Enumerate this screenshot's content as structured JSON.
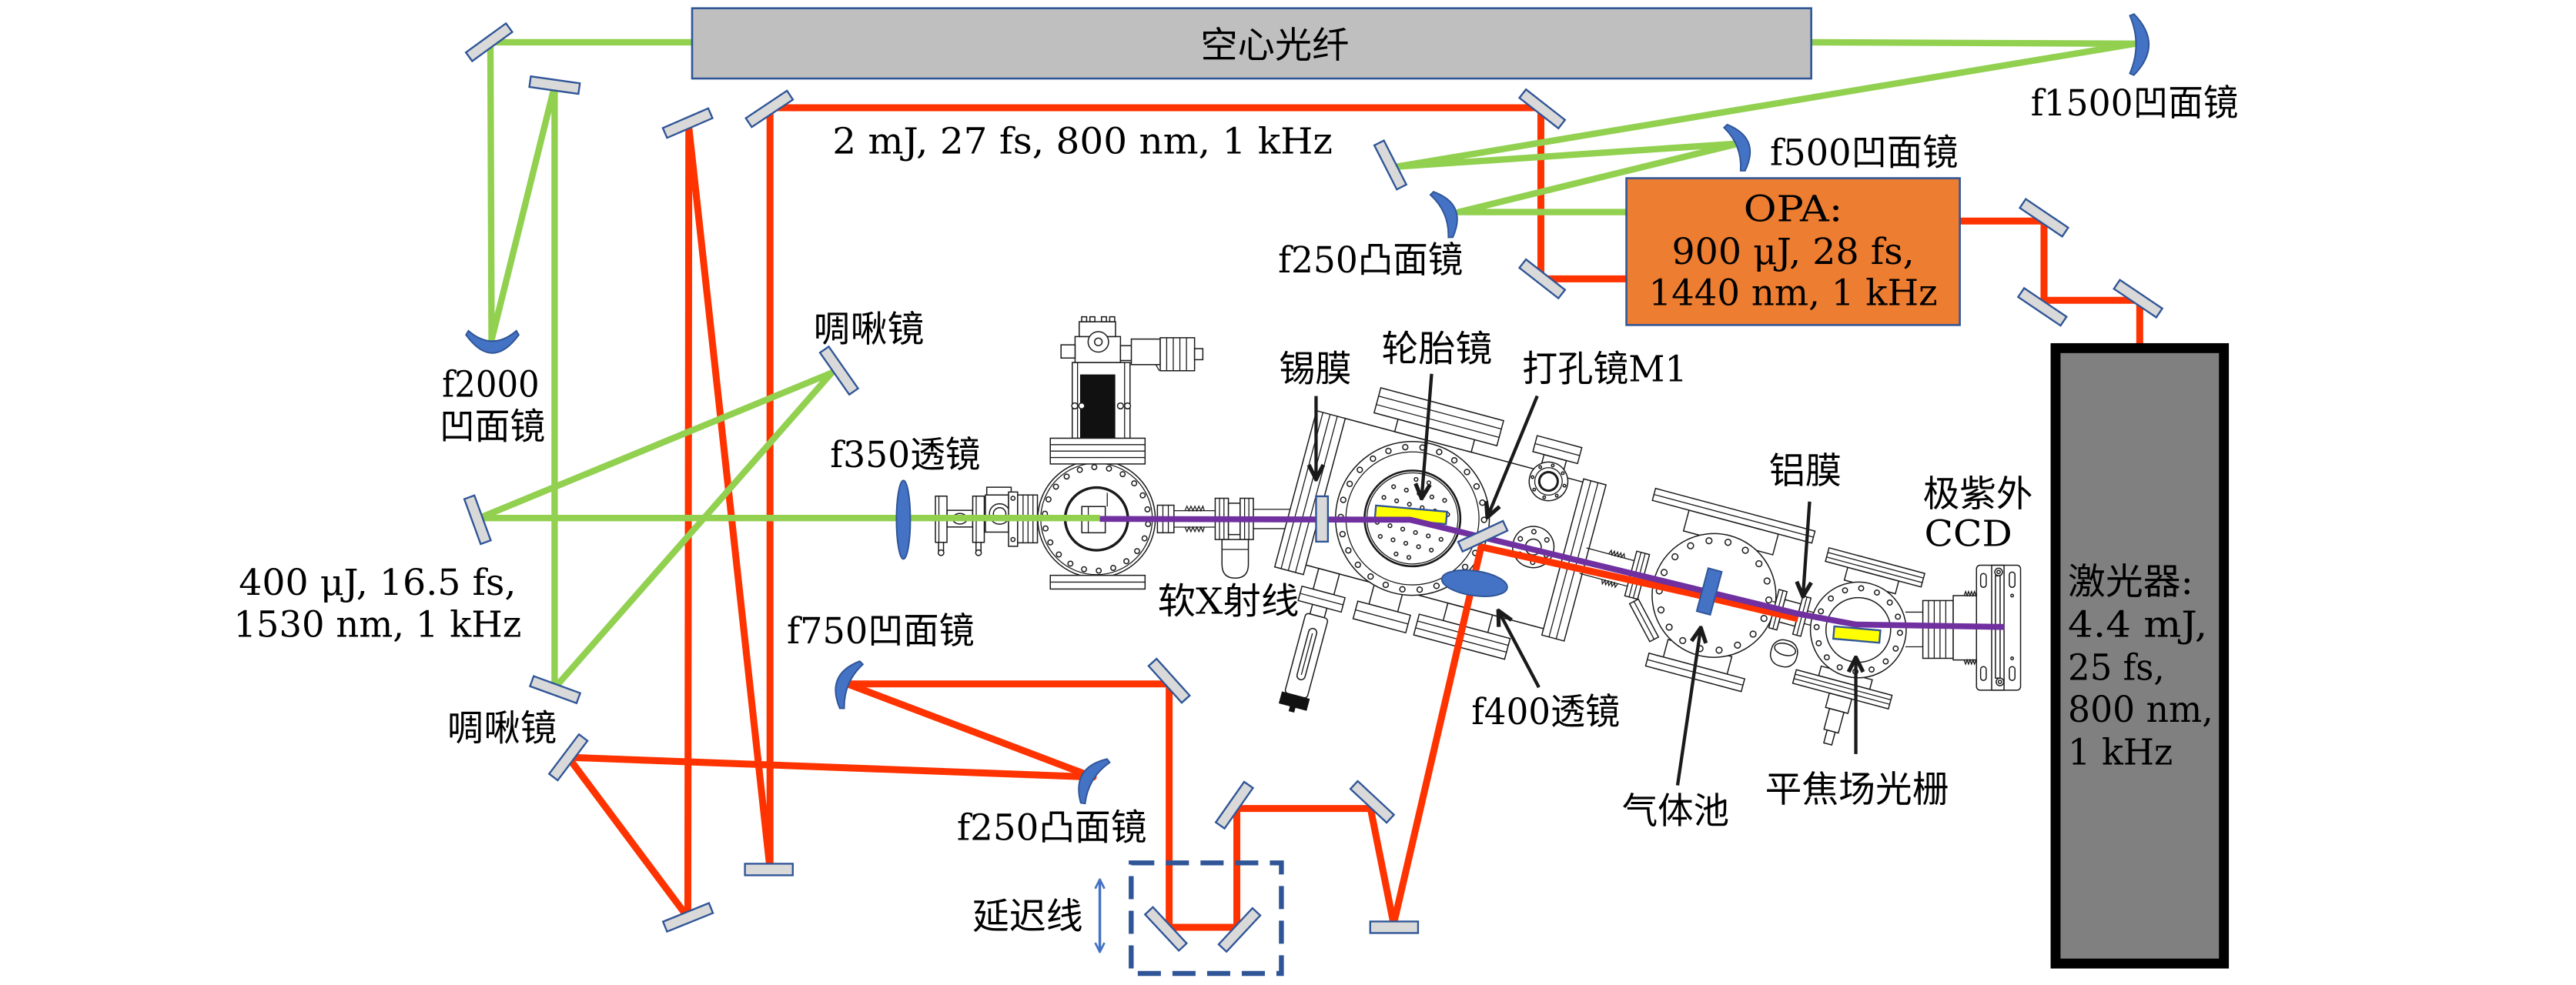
{
  "colors": {
    "beam_800nm": "#ff3300",
    "beam_infrared": "#92d050",
    "beam_soft_xray": "#7030a0",
    "flat_mirror_fill": "#d9d9d9",
    "optic_outline": "#2f5597",
    "curved_optic_fill": "#4472c4",
    "opa_fill": "#ed7d31",
    "hollow_fiber_fill": "#bfbfbf",
    "laser_fill": "#808080",
    "grating_fill": "#ffff00"
  },
  "hollow_fiber": {
    "label": "空心光纤"
  },
  "opa": {
    "title": "OPA:",
    "lines": [
      "900 μJ, 28 fs,",
      "1440 nm, 1 kHz"
    ]
  },
  "laser": {
    "title": "激光器:",
    "lines": [
      "4.4 mJ,",
      "25 fs,",
      "800 nm,",
      "1 kHz"
    ]
  },
  "beam_parameters": {
    "pump_800nm": "2 mJ, 27 fs, 800 nm, 1 kHz",
    "compressed_ir": [
      "400 μJ, 16.5 fs,",
      "1530 nm, 1 kHz"
    ]
  },
  "optics": {
    "f1500_concave_mirror": "f1500凹面镜",
    "f500_concave_mirror": "f500凹面镜",
    "f250_convex_mirror_top": "f250凸面镜",
    "chirped_mirror_top": "啁啾镜",
    "f2000_concave_mirror": [
      "f2000",
      "凹面镜"
    ],
    "f350_lens": "f350透镜",
    "chirped_mirror_bottom": "啁啾镜",
    "f750_concave_mirror": "f750凹面镜",
    "f250_convex_mirror_bottom": "f250凸面镜",
    "delay_line": "延迟线",
    "f400_lens": "f400透镜"
  },
  "vacuum_system": {
    "tin_filter": "锡膜",
    "toroidal_mirror": "轮胎镜",
    "holed_mirror": "打孔镜M1",
    "soft_xray": "软X射线",
    "gas_cell": "气体池",
    "aluminum_filter": "铝膜",
    "flat_field_grating": "平焦场光栅",
    "xuv_ccd": [
      "极紫外",
      "CCD"
    ]
  }
}
